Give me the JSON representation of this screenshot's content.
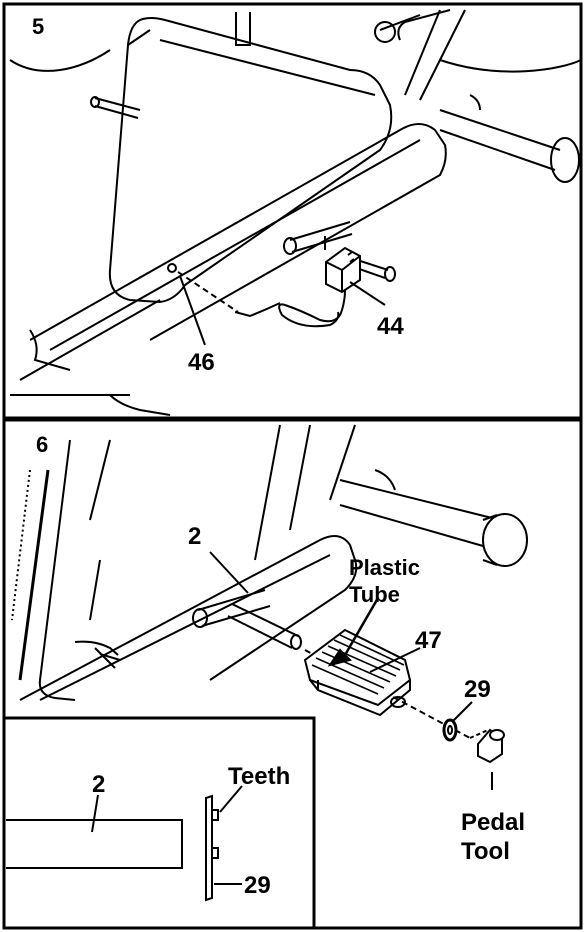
{
  "step5": {
    "step_number": "5",
    "callouts": {
      "adapter": "44",
      "jack": "46"
    }
  },
  "step6": {
    "step_number": "6",
    "callouts": {
      "crank_arm": "2",
      "plastic_tube_line1": "Plastic",
      "plastic_tube_line2": "Tube",
      "pedal": "47",
      "washer": "29",
      "tool_line1": "Pedal",
      "tool_line2": "Tool"
    }
  },
  "inset": {
    "arm_label": "2",
    "teeth_label": "Teeth",
    "washer_label": "29"
  }
}
